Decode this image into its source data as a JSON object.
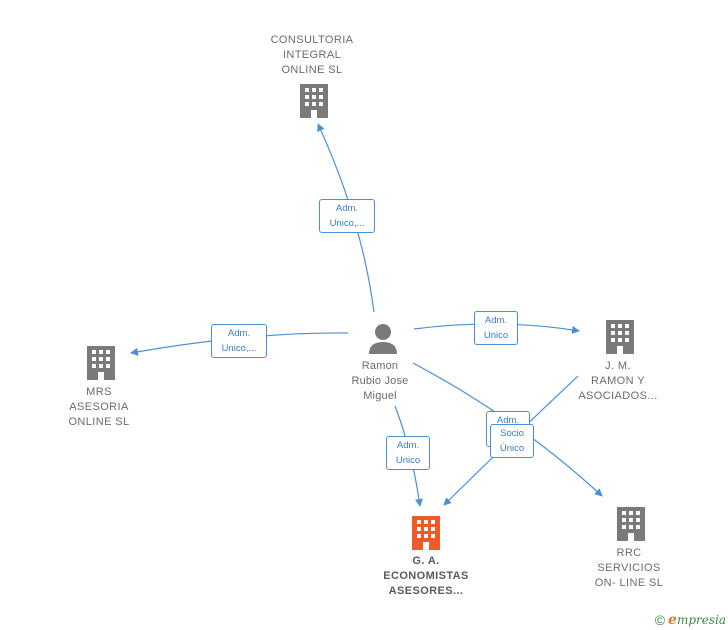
{
  "colors": {
    "edge": "#4a90d9",
    "building": "#7a7a7a",
    "building_focus": "#f05a28",
    "person": "#7a7a7a"
  },
  "person": {
    "icon": "person-icon",
    "name": "Ramon\nRubio Jose\nMiguel"
  },
  "companies": {
    "consultoria": {
      "icon": "building-icon",
      "name": "CONSULTORIA\nINTEGRAL\nONLINE  SL"
    },
    "mrs": {
      "icon": "building-icon",
      "name": "MRS\nASESORIA\nONLINE  SL"
    },
    "jm": {
      "icon": "building-icon",
      "name": "J.  M.\nRAMON Y\nASOCIADOS..."
    },
    "ga": {
      "icon": "building-icon",
      "name": "G.  A.\nECONOMISTAS\nASESORES..."
    },
    "rrc": {
      "icon": "building-icon",
      "name": "RRC\nSERVICIOS\nON- LINE  SL"
    }
  },
  "edges": {
    "to_consultoria": "Adm.\nUnico,...",
    "to_mrs": "Adm.\nUnico,...",
    "to_jm": "Adm.\nUnico",
    "to_ga": "Adm.\nUnico",
    "to_rrc": "Adm.\nUnico",
    "jm_to_ga": "Socio\nÚnico"
  },
  "footer": {
    "copyright": "©",
    "brand_initial": "e",
    "brand_rest": "mpresia"
  }
}
